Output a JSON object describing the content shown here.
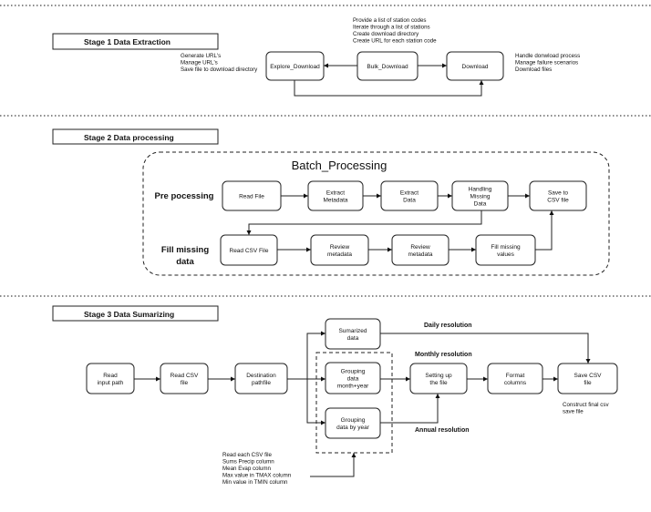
{
  "stage1": {
    "title": "Stage 1 Data Extraction",
    "nodes": [
      {
        "id": "explore",
        "lines": [
          "Explore_Download"
        ]
      },
      {
        "id": "bulk",
        "lines": [
          "Bulk_Download"
        ]
      },
      {
        "id": "download",
        "lines": [
          "Download"
        ]
      }
    ],
    "notes_left": [
      "Generate URL's",
      "Manage URL's",
      "Save file to download directory"
    ],
    "notes_top": [
      "Provide a list of station codes",
      "Iterate through a list of stations",
      "Create  download directory",
      "Create URL for each station code"
    ],
    "notes_right": [
      "Handle donwload process",
      "Manage failure scenarios",
      "Download files"
    ]
  },
  "stage2": {
    "title": "Stage 2 Data processing",
    "group_title": "Batch_Processing",
    "row1_label": "Pre pocessing",
    "row2_label": [
      "Fill missing",
      "data"
    ],
    "nodes": [
      {
        "id": "readfile",
        "lines": [
          "Read File"
        ]
      },
      {
        "id": "extmeta",
        "lines": [
          "Extract",
          "Metadata"
        ]
      },
      {
        "id": "extdata",
        "lines": [
          "Extract",
          "Data"
        ]
      },
      {
        "id": "handling",
        "lines": [
          "Handling",
          "Missing",
          "Data"
        ]
      },
      {
        "id": "save",
        "lines": [
          "Save to",
          "CSV file"
        ]
      },
      {
        "id": "readcsv",
        "lines": [
          "Read CSV File"
        ]
      },
      {
        "id": "review1",
        "lines": [
          "Review",
          "metadata"
        ]
      },
      {
        "id": "review2",
        "lines": [
          "Review",
          "metadata"
        ]
      },
      {
        "id": "fill",
        "lines": [
          "Fill missing",
          "values"
        ]
      }
    ]
  },
  "stage3": {
    "title": "Stage 3 Data Sumarizing",
    "nodes": [
      {
        "id": "readinput",
        "lines": [
          "Read",
          "input path"
        ]
      },
      {
        "id": "readcsv3",
        "lines": [
          "Read CSV",
          "file"
        ]
      },
      {
        "id": "dest",
        "lines": [
          "Destination",
          "pathfile"
        ]
      },
      {
        "id": "sumarized",
        "lines": [
          "Sumarized",
          "data"
        ]
      },
      {
        "id": "groupmonth",
        "lines": [
          "Grouping",
          "data",
          "month+year"
        ]
      },
      {
        "id": "groupyear",
        "lines": [
          "Grouping",
          "data by year"
        ]
      },
      {
        "id": "setting",
        "lines": [
          "Setting up",
          "the file"
        ]
      },
      {
        "id": "format",
        "lines": [
          "Format",
          "columns"
        ]
      },
      {
        "id": "savecsv",
        "lines": [
          "Save CSV",
          "file"
        ]
      }
    ],
    "daily": "Daily resolution",
    "monthly": "Monthly resolution",
    "annual": "Annual resolution",
    "construct_note": [
      "Construct  final csv",
      "save file"
    ],
    "notes": [
      "Read each CSV file",
      "Sums Precip column",
      "Mean Evap column",
      "Max value in TMAX column",
      "Min value in TMIN column"
    ]
  }
}
